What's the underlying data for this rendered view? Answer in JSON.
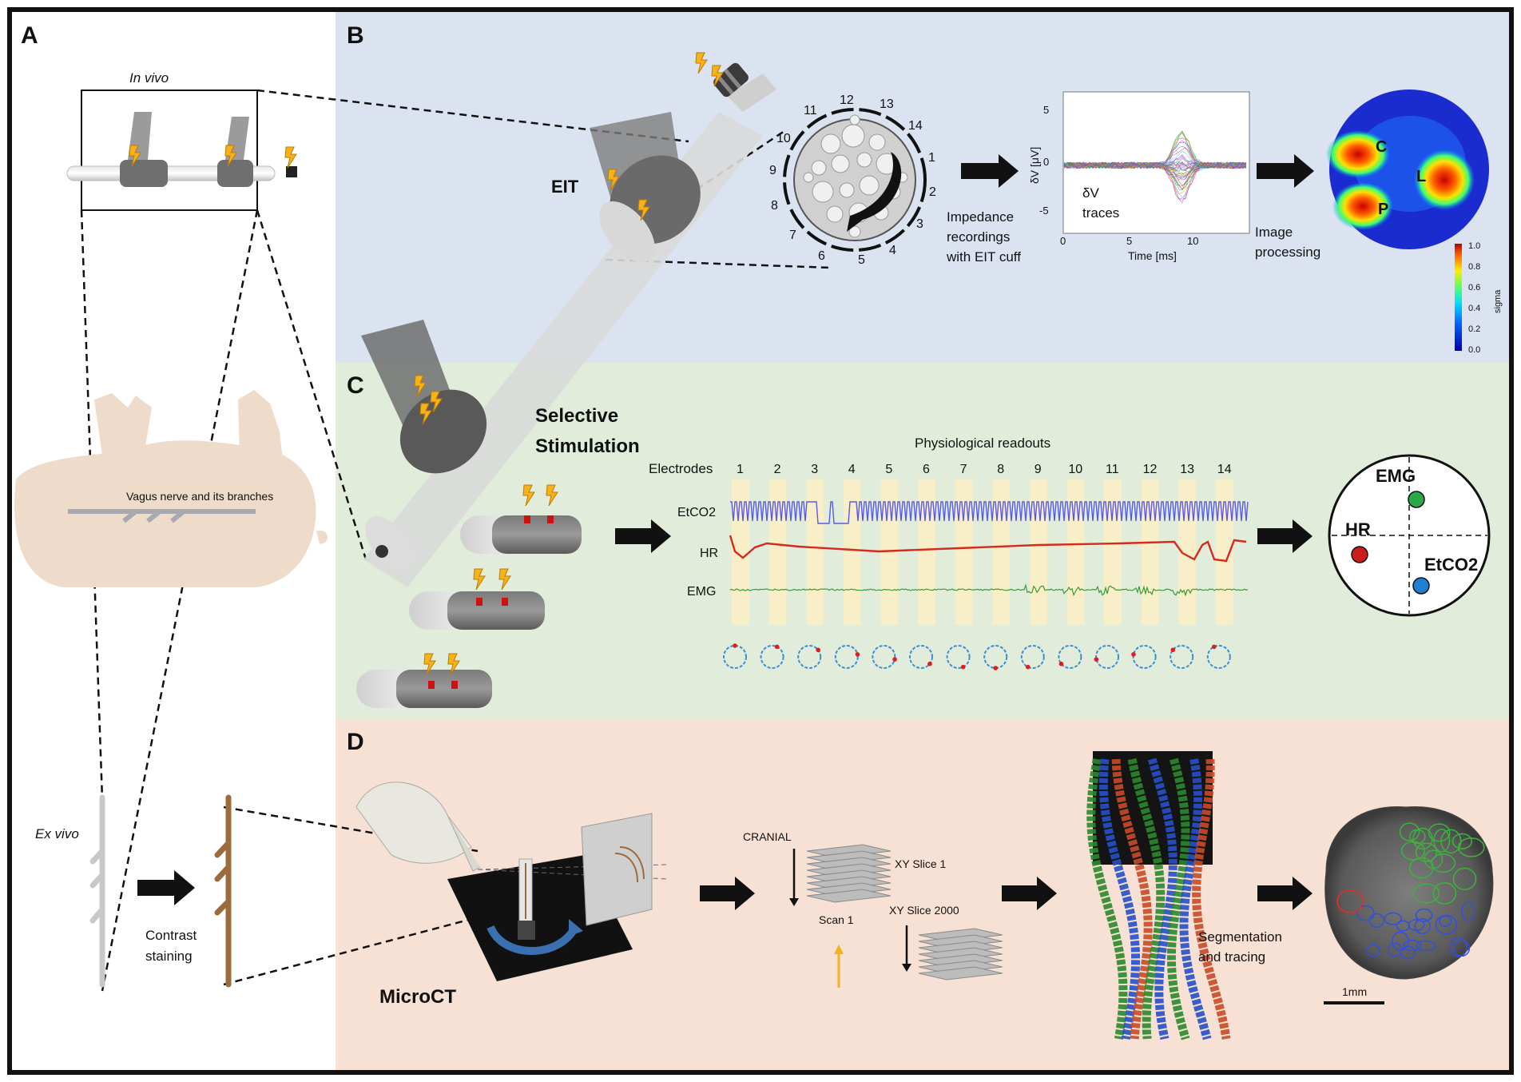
{
  "panels": {
    "a": {
      "letter": "A",
      "in_vivo": "In vivo",
      "vagus": "Vagus nerve and its branches",
      "ex_vivo": "Ex vivo",
      "contrast": [
        "Contrast",
        "staining"
      ]
    },
    "b": {
      "letter": "B",
      "eit": "EIT",
      "impedance": [
        "Impedance",
        "recordings",
        "with EIT cuff"
      ],
      "electrode_numbers": [
        "1",
        "2",
        "3",
        "4",
        "5",
        "6",
        "7",
        "8",
        "9",
        "10",
        "11",
        "12",
        "13",
        "14"
      ],
      "trace": {
        "ylabel": "δV [μV]",
        "yticks": [
          "5",
          "0",
          "-5"
        ],
        "xticks": [
          "0",
          "5",
          "10"
        ],
        "xlabel": "Time [ms]",
        "annotation": [
          "δV",
          "traces"
        ]
      },
      "image_processing": [
        "Image",
        "processing"
      ],
      "heatmap_labels": [
        "C",
        "L",
        "P"
      ],
      "colorbar": {
        "label": "sigma",
        "ticks": [
          "1.0",
          "0.8",
          "0.6",
          "0.4",
          "0.2",
          "0.0"
        ]
      }
    },
    "c": {
      "letter": "C",
      "selective": [
        "Selective",
        "Stimulation"
      ],
      "physio_title": "Physiological readouts",
      "electrodes_label": "Electrodes",
      "electrode_numbers": [
        "1",
        "2",
        "3",
        "4",
        "5",
        "6",
        "7",
        "8",
        "9",
        "10",
        "11",
        "12",
        "13",
        "14"
      ],
      "rows": [
        "EtCO2",
        "HR",
        "EMG"
      ],
      "result": {
        "emg": "EMG",
        "hr": "HR",
        "etco2": "EtCO2"
      }
    },
    "d": {
      "letter": "D",
      "microct": "MicroCT",
      "cranial": "CRANIAL",
      "slice1": "XY Slice 1",
      "slice2000": "XY Slice 2000",
      "scan1": "Scan 1",
      "segmentation": [
        "Segmentation",
        "and tracing"
      ],
      "scalebar": "1mm"
    }
  },
  "colors": {
    "panel_b_bg": "#dbe3f1",
    "panel_c_bg": "#e1edda",
    "panel_d_bg": "#f7e1d4",
    "nerve_brown": "#9c6b3c",
    "trace_blue": "#5a5ae6",
    "trace_red": "#d42b1e",
    "trace_green": "#3a9a3a",
    "bolt_yellow": "#f5b21a",
    "dot_emg": "#2aa84a",
    "dot_hr": "#cc1d1d",
    "dot_etco2": "#1f7fd0"
  }
}
